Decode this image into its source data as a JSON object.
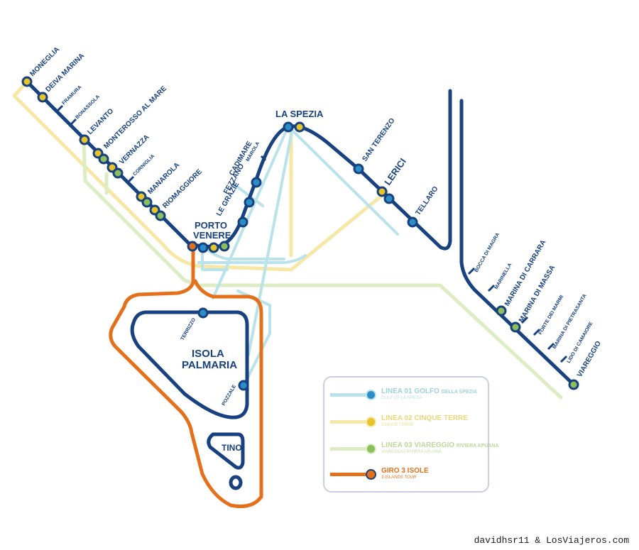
{
  "colors": {
    "navy": "#17417f",
    "orange": "#e5701c",
    "line01": "#b9e2ea",
    "line02": "#f5e7a6",
    "line03": "#dcedc4",
    "stop_fill": "#2b8fc7",
    "stop_yellow": "#e6c42a",
    "stop_green": "#8cbf5c"
  },
  "stations": {
    "moneglia": "MONEGLIA",
    "deiva_marina": "DEIVA MARINA",
    "framura": "FRAMURA",
    "bonassola": "BONASSOLA",
    "levanto": "LEVANTO",
    "monterosso": "MONTEROSSO AL MARE",
    "vernazza": "VERNAZZA",
    "corniglia": "CORNIGLIA",
    "manarola": "MANAROLA",
    "riomaggiore": "RIOMAGGIORE",
    "porto_venere_1": "PORTO",
    "porto_venere_2": "VENERE",
    "le_grazie": "LE GRAZIE",
    "fezzano": "FEZZANO",
    "cadimare": "CADIMARE",
    "marola": "MAROLA",
    "la_spezia": "LA SPEZIA",
    "san_terenzo": "SAN TERENZO",
    "lerici": "LERICI",
    "tellaro": "TELLARO",
    "bocca_di_magra": "BOCCA DI MAGRA",
    "marinella": "MARINELLA",
    "marina_di_carrara": "MARINA DI CARRARA",
    "marina_di_massa": "MARINA DI MASSA",
    "forte_dei_marmi": "FORTE DEI MARMI",
    "marina_di_pietrasanta": "MARINA DI PIETRASANTA",
    "lido_di_camaiore": "LIDO DI CAMAIORE",
    "viareggio": "VIAREGGIO",
    "terrizzo": "TERRIZZO",
    "pozzale": "POZZALE",
    "isola_1": "ISOLA",
    "isola_2": "PALMARIA",
    "tino": "TINO"
  },
  "legend": {
    "line01": {
      "num": "LINEA 01",
      "name": "GOLFO",
      "rest": "DELLA SPEZIA",
      "sub": "GULF OF LA SPEZIA"
    },
    "line02": {
      "num": "LINEA 02",
      "name": "CINQUE TERRE",
      "sub": "CINQUE TERRE"
    },
    "line03": {
      "num": "LINEA 03",
      "name": "VIAREGGIO",
      "rest": "RIVIERA APUANA",
      "sub": "VIAREGGIO RIVIERA APUANA"
    },
    "giro": {
      "name": "GIRO 3 ISOLE",
      "sub": "3 ISLANDS TOUR"
    }
  },
  "credit": "davidhsr11 & LosViajeros.com"
}
